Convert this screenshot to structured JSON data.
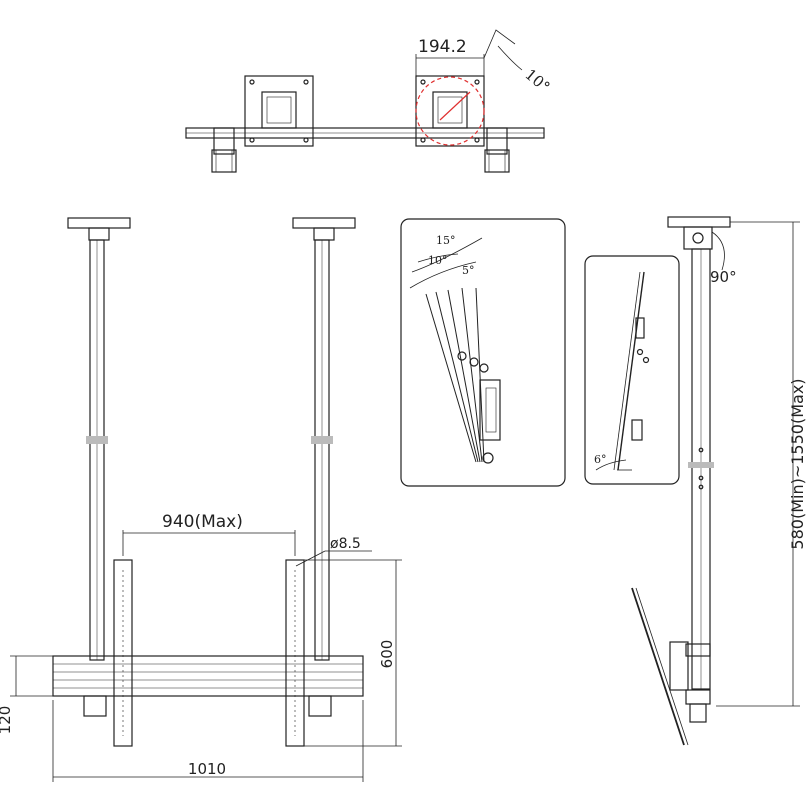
{
  "dimensions": {
    "top_width": "194.2",
    "top_angle": "10°",
    "rotation": "90°",
    "span": "940(Max)",
    "hole": "ø8.5",
    "plate_height": "600",
    "rail_height": "120",
    "overall_width": "1010",
    "height_range": "580(Min)~1550(Max)"
  },
  "tilt_detail": {
    "a15": "15°",
    "a10": "10°",
    "a5": "5°"
  },
  "side_detail": {
    "a6": "6°"
  },
  "colors": {
    "line": "#222222",
    "highlight": "#e03030"
  }
}
